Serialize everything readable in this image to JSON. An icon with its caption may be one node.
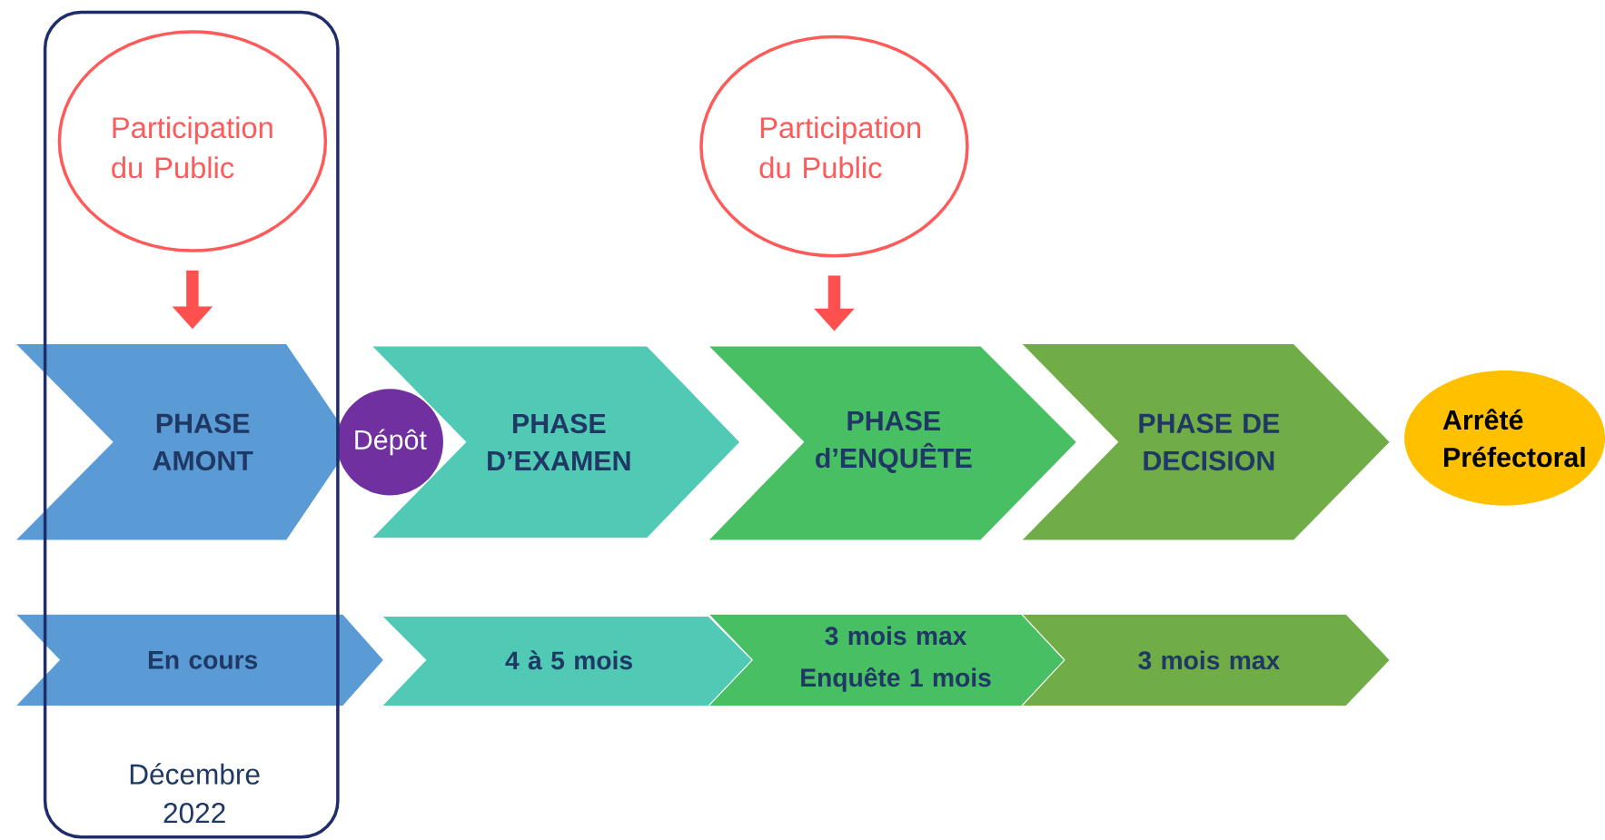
{
  "diagram": {
    "nodes": [
      {
        "text": [
          "Décembre 2022"
        ]
      },
      {
        "text": [
          "Participation du Public"
        ],
        "in": 0
      },
      {
        "text": [
          "Participation du Public"
        ]
      },
      {
        "text": [
          "PHASE AMONT"
        ]
      },
      {
        "text": [
          "Dépôt"
        ]
      },
      {
        "text": [
          "PHASE D’EXAMEN"
        ]
      },
      {
        "text": [
          "PHASE d’ENQUÊTE"
        ]
      },
      {
        "text": [
          "PHASE DE DECISION"
        ]
      },
      {
        "text": [
          "Arrêté Préfectoral"
        ]
      },
      {
        "text": [
          "En cours"
        ]
      },
      {
        "text": [
          "4 à 5 mois"
        ]
      },
      {
        "text": [
          "3 mois max",
          "Enquête 1 mois"
        ]
      },
      {
        "text": [
          "3 mois max"
        ]
      }
    ],
    "edges": [
      {
        "from": 1,
        "to": 3,
        "arrow": "to",
        "color": "#ff5050"
      },
      {
        "from": 2,
        "to": 6,
        "arrow": "to",
        "color": "#ff5050"
      }
    ]
  }
}
